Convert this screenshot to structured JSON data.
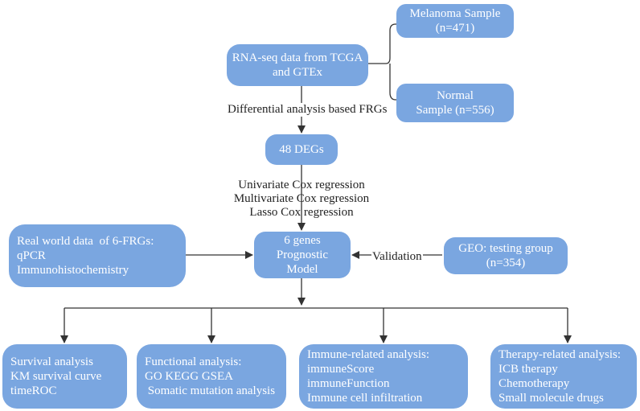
{
  "nodes": {
    "rnaseq": [
      "RNA-seq data from TCGA",
      "and GTEx"
    ],
    "melanoma": [
      "Melanoma Sample",
      "(n=471)"
    ],
    "normal": [
      "Normal",
      "Sample (n=556)"
    ],
    "degs": [
      "48 DEGs"
    ],
    "model": [
      "6 genes",
      "Prognostic",
      "Model"
    ],
    "realworld": [
      "Real world data  of 6-FRGs:",
      "qPCR",
      "Immunohistochemistry"
    ],
    "geo": [
      "GEO: testing group",
      "(n=354)"
    ],
    "survival": [
      "Survival analysis",
      "KM survival curve",
      "timeROC"
    ],
    "functional": [
      "Functional analysis:",
      "GO KEGG GSEA",
      " Somatic mutation analysis"
    ],
    "immune": [
      "Immune-related analysis:",
      "immuneScore",
      "immuneFunction",
      "Immune cell infiltration"
    ],
    "therapy": [
      "Therapy-related analysis:",
      "ICB therapy",
      "Chemotherapy",
      "Small molecule drugs"
    ]
  },
  "labels": {
    "differential": "Differential analysis based FRGs",
    "cox": [
      "Univariate Cox regression",
      "Multivariate Cox regression",
      "Lasso Cox regression"
    ],
    "validation": "Validation"
  },
  "colors": {
    "node": "#7aa6e0",
    "line": "#333333",
    "text": "#222222"
  }
}
